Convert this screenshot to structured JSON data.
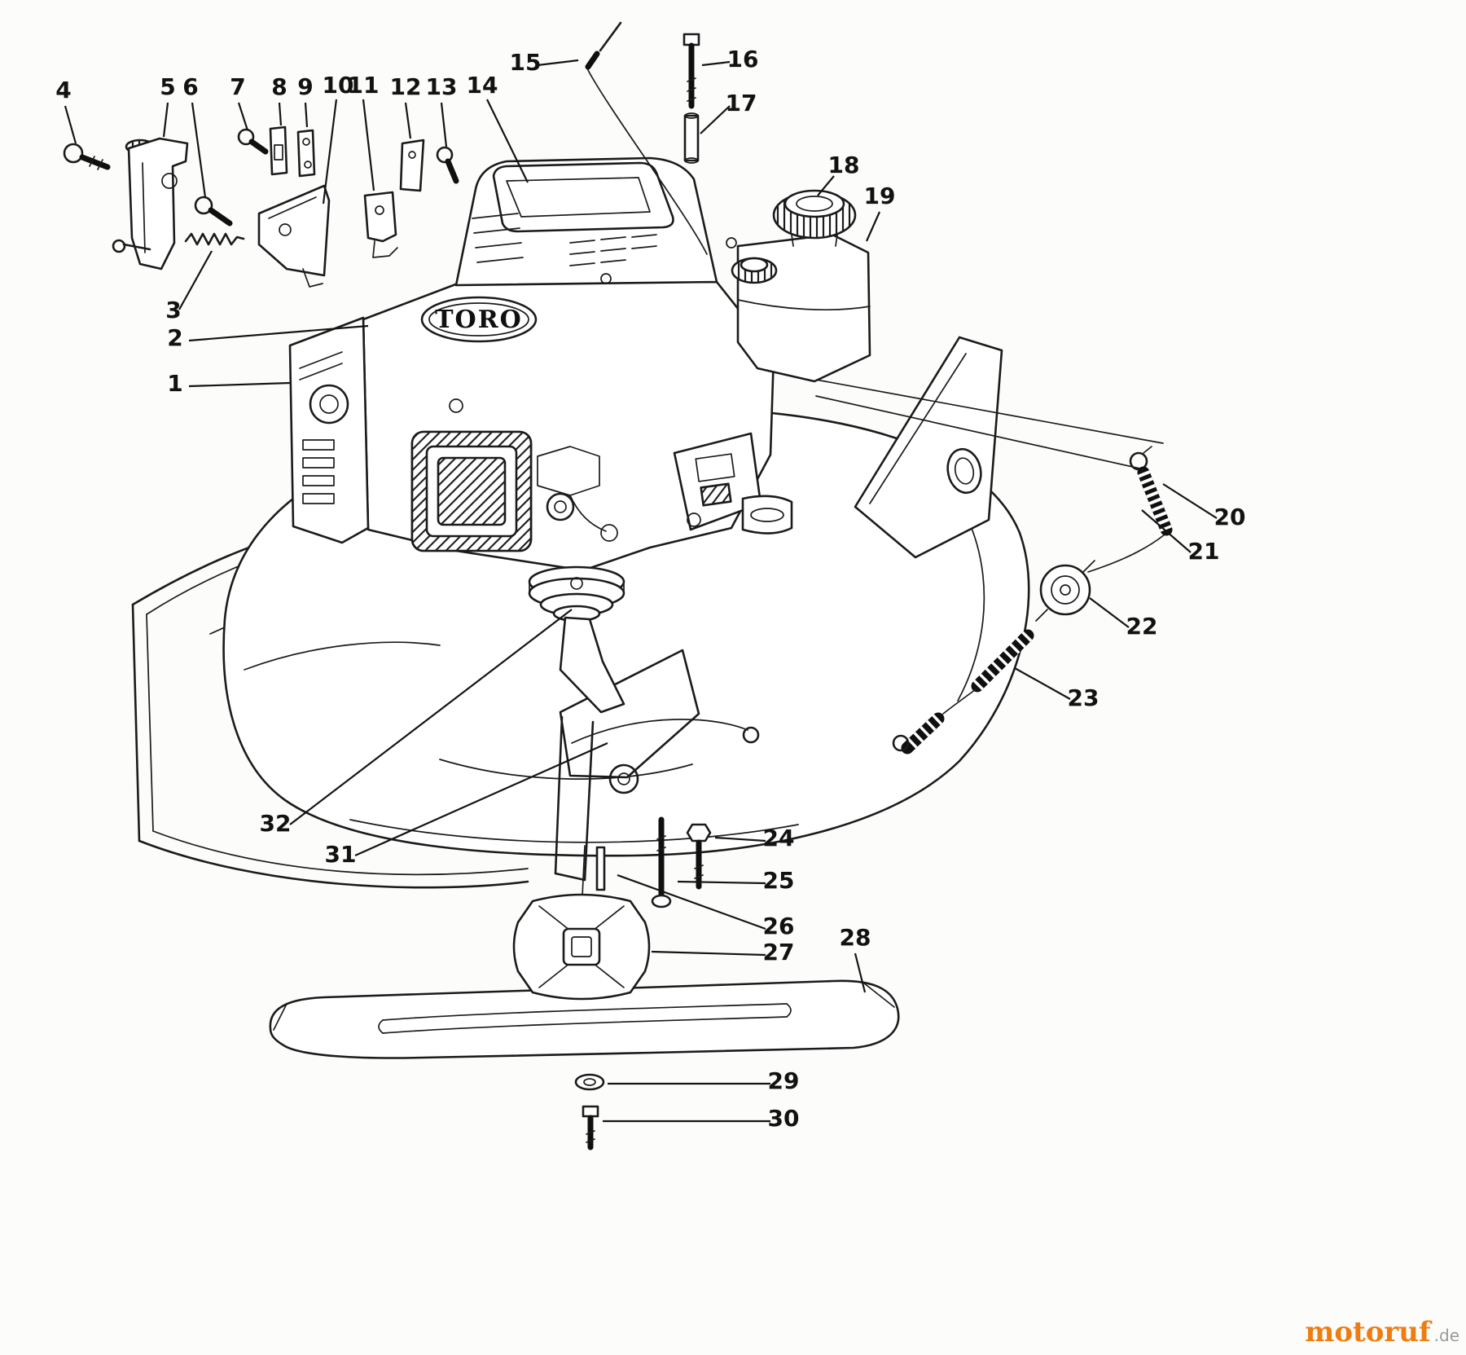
{
  "diagram": {
    "background": "#fcfcfa",
    "line_color": "#1b1b1b",
    "brand_label": "TORO",
    "callouts": [
      {
        "label": "4"
      },
      {
        "label": "5"
      },
      {
        "label": "6"
      },
      {
        "label": "7"
      },
      {
        "label": "8"
      },
      {
        "label": "9"
      },
      {
        "label": "10"
      },
      {
        "label": "11"
      },
      {
        "label": "12"
      },
      {
        "label": "13"
      },
      {
        "label": "14"
      },
      {
        "label": "15"
      },
      {
        "label": "16"
      },
      {
        "label": "17"
      },
      {
        "label": "18"
      },
      {
        "label": "19"
      },
      {
        "label": "3"
      },
      {
        "label": "2"
      },
      {
        "label": "1"
      },
      {
        "label": "20"
      },
      {
        "label": "21"
      },
      {
        "label": "22"
      },
      {
        "label": "23"
      },
      {
        "label": "32"
      },
      {
        "label": "31"
      },
      {
        "label": "24"
      },
      {
        "label": "25"
      },
      {
        "label": "26"
      },
      {
        "label": "27"
      },
      {
        "label": "28"
      },
      {
        "label": "29"
      },
      {
        "label": "30"
      }
    ],
    "watermark": {
      "name": "motoruf",
      "tld": ".de",
      "color": "#ee7d11",
      "tld_color": "#9a9a9a"
    }
  }
}
